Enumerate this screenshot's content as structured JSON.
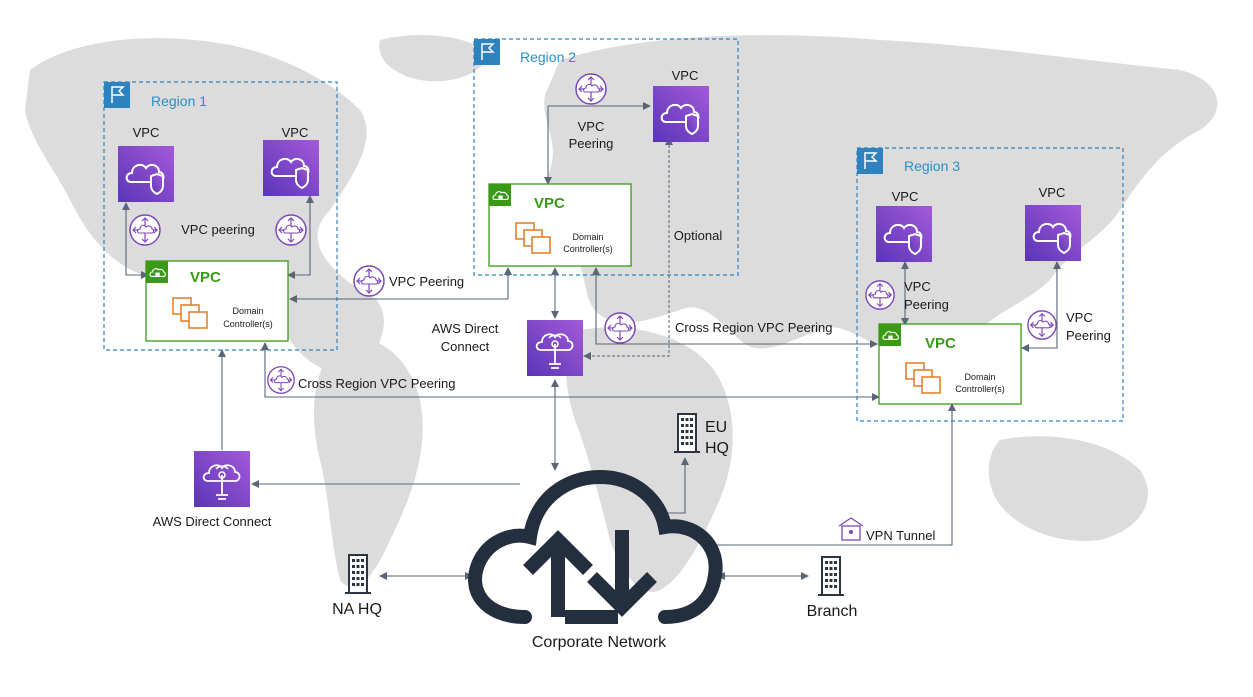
{
  "regions": {
    "r1": "Region 1",
    "r2": "Region 2",
    "r3": "Region 3"
  },
  "vpc": {
    "plain": "VPC",
    "main": "VPC",
    "domain_line1": "Domain",
    "domain_line2": "Controller(s)"
  },
  "labels": {
    "vpc_peering_lower": "VPC peering",
    "vpc_peering": "VPC Peering",
    "vpc": "VPC",
    "peering": "Peering",
    "optional": "Optional",
    "cross_region": "Cross Region VPC Peering",
    "aws_direct": "AWS Direct",
    "connect": "Connect",
    "aws_direct_connect": "AWS Direct Connect",
    "eu": "EU",
    "hq": "HQ",
    "na_hq": "NA HQ",
    "branch": "Branch",
    "vpn_tunnel": "VPN Tunnel",
    "corporate_network": "Corporate Network"
  },
  "icons": {
    "region": "flag-icon",
    "vpc": "vpc-cloud-shield-icon",
    "peering": "vpc-peering-icon",
    "domain_controller": "stacked-squares-icon",
    "direct_connect": "direct-connect-icon",
    "building": "building-icon",
    "vpn": "vpn-gateway-icon",
    "corporate": "cloud-up-down-icon"
  },
  "colors": {
    "region_border": "#2e83be",
    "region_label": "#2a8fc6",
    "vpc_tile": "#7b4ac7",
    "green_vpc": "#3a9a16",
    "peering": "#7e47b8",
    "domain_controller": "#e07a1f",
    "cloud": "#232f3e"
  }
}
